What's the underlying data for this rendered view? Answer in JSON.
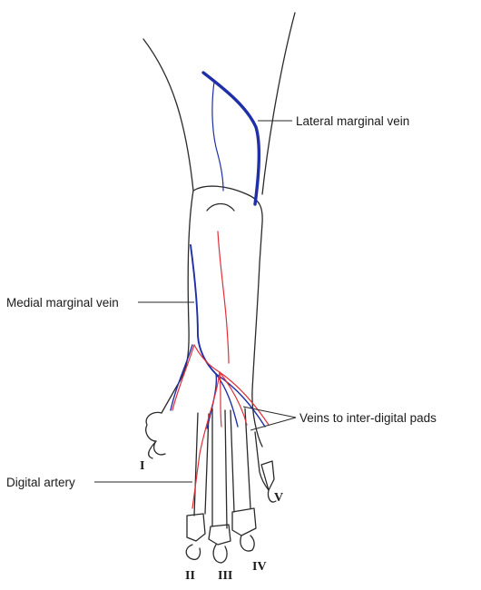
{
  "labels": {
    "lateral_marginal_vein": "Lateral marginal vein",
    "medial_marginal_vein": "Medial marginal vein",
    "veins_to_interdigital_pads": "Veins to inter-digital pads",
    "digital_artery": "Digital artery"
  },
  "digits": {
    "d1": "I",
    "d2": "II",
    "d3": "III",
    "d4": "IV",
    "d5": "V"
  },
  "colors": {
    "vein": "#1f2fa8",
    "artery": "#e0303a",
    "outline": "#2a2a2a"
  }
}
